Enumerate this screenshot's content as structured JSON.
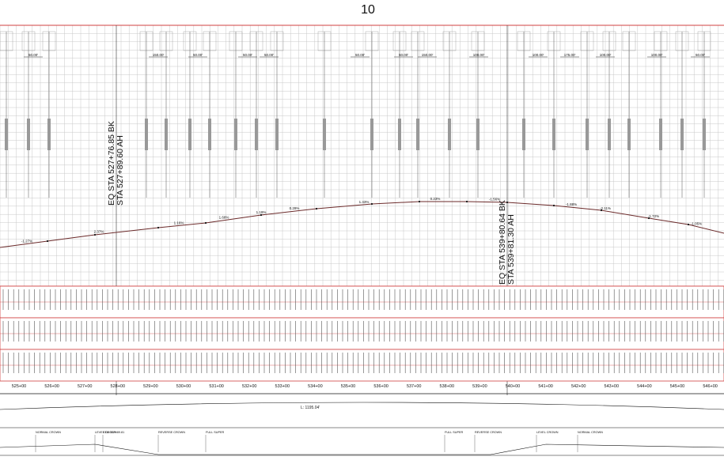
{
  "page_number": "10",
  "equations": [
    {
      "line1": "EQ STA 527+76.85 BK",
      "line2": "STA 527+89.60 AH"
    },
    {
      "line1": "EQ STA 539+80.64 BK",
      "line2": "STA 539+81.30 AH"
    }
  ],
  "profile_grades": [
    "-1.27%",
    "2.37%",
    "1.16%",
    "1.68%",
    "1.19%",
    "0.29%",
    "1.43%",
    "0.23%",
    "-1.56%",
    "-1.88%",
    "-2.11%",
    "-1.72%",
    "-1.05%"
  ],
  "curve_lengths": [
    "50.00'",
    "150.00'",
    "50.00'",
    "50.00'",
    "50.00'",
    "50.00'",
    "50.00'",
    "150.00'",
    "100.00'",
    "100.00'",
    "175.00'",
    "100.00'",
    "100.00'",
    "50.00'"
  ],
  "station_rows": [
    [
      "525+00",
      "526+00",
      "527+00",
      "528+00",
      "529+00",
      "530+00",
      "531+00",
      "532+00",
      "533+00",
      "534+00",
      "535+00",
      "536+00",
      "537+00",
      "538+00",
      "539+00",
      "540+00",
      "541+00",
      "542+00",
      "543+00",
      "544+00",
      "545+00",
      "546+00"
    ],
    [
      "525+00",
      "526+00",
      "527+00",
      "528+00",
      "529+00",
      "530+00",
      "531+00",
      "532+00",
      "533+00",
      "534+00",
      "535+00",
      "536+00",
      "537+00",
      "538+00",
      "539+00",
      "540+00",
      "541+00",
      "542+00",
      "543+00",
      "544+00",
      "545+00",
      "546+00"
    ],
    [
      "525+00",
      "526+00",
      "527+00",
      "528+00",
      "529+00",
      "530+00",
      "531+00",
      "532+00",
      "533+00",
      "534+00",
      "535+00",
      "536+00",
      "537+00",
      "538+00",
      "539+00",
      "540+00",
      "541+00",
      "542+00",
      "543+00",
      "544+00",
      "545+00",
      "546+00"
    ]
  ],
  "curve_span_label": "L: 1195.04'",
  "superelevation_notes": [
    "NORMAL CROWN",
    "LEVEL CROWN",
    "REVERSE CROWN",
    "FULL SUPER",
    "STA: 527+89.81",
    "FULL SUPER",
    "REVERSE CROWN",
    "LEVEL CROWN",
    "NORMAL CROWN"
  ]
}
